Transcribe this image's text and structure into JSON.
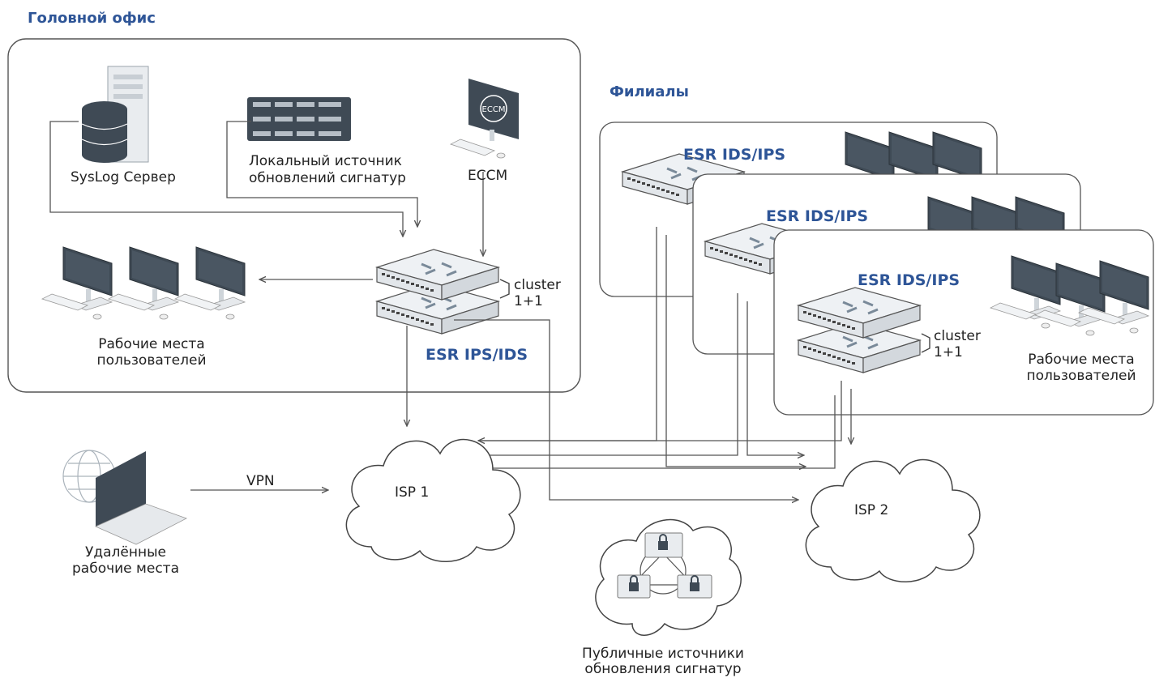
{
  "head_office": {
    "title": "Головной офис",
    "syslog_label": "SysLog Сервер",
    "local_source_label": [
      "Локальный источник",
      "обновлений сигнатур"
    ],
    "eccm_label": "ECCM",
    "eccm_logo_text": "ECCM",
    "esr_label": "ESR IPS/IDS",
    "cluster_label": [
      "cluster",
      "1+1"
    ],
    "workstations_label": [
      "Рабочие места",
      "пользователей"
    ]
  },
  "branches": {
    "title": "Филиалы",
    "esr_label": "ESR IDS/IPS",
    "cluster_label": [
      "cluster",
      "1+1"
    ],
    "workstations_label": [
      "Рабочие места",
      "пользователей"
    ]
  },
  "remote": {
    "label": [
      "Удалённые",
      "рабочие места"
    ],
    "vpn_label": "VPN"
  },
  "isp1_label": "ISP 1",
  "isp2_label": "ISP 2",
  "public_sources_label": [
    "Публичные источники",
    "обновления сигнатур"
  ],
  "colors": {
    "accent_blue": "#2e5597",
    "device_dark": "#3f4a55",
    "device_light": "#e9ecef",
    "line": "#555555"
  }
}
